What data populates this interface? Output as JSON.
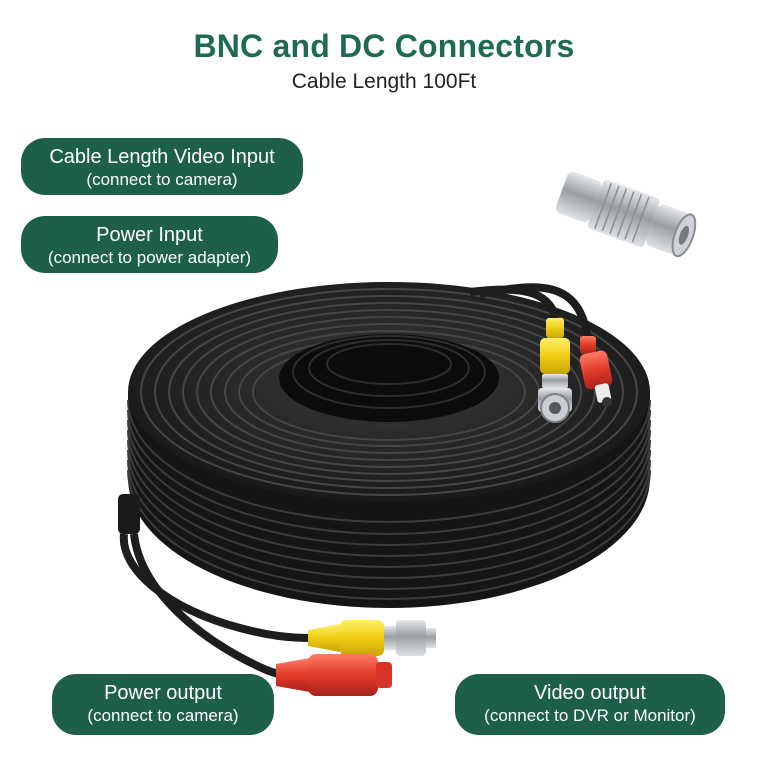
{
  "header": {
    "title": "BNC and DC Connectors",
    "subtitle": "Cable Length 100Ft"
  },
  "labels": {
    "video_input": {
      "title": "Cable Length Video Input",
      "note": "(connect to camera)"
    },
    "power_input": {
      "title": "Power Input",
      "note": "(connect to power adapter)"
    },
    "power_output": {
      "title": "Power output",
      "note": "(connect to camera)"
    },
    "video_output": {
      "title": "Video output",
      "note": "(connect to DVR or Monitor)"
    }
  },
  "colors": {
    "title_green": "#1f6b52",
    "pill_green": "#1d5f48",
    "cable_black": "#1e1e1e",
    "connector_yellow": "#f2d31a",
    "connector_red": "#e23b2a",
    "metal_silver": "#b9bcc0"
  },
  "icons": [
    "coiled-cable-image",
    "bnc-coupler-image",
    "bnc-connector-icon",
    "dc-connector-icon"
  ]
}
